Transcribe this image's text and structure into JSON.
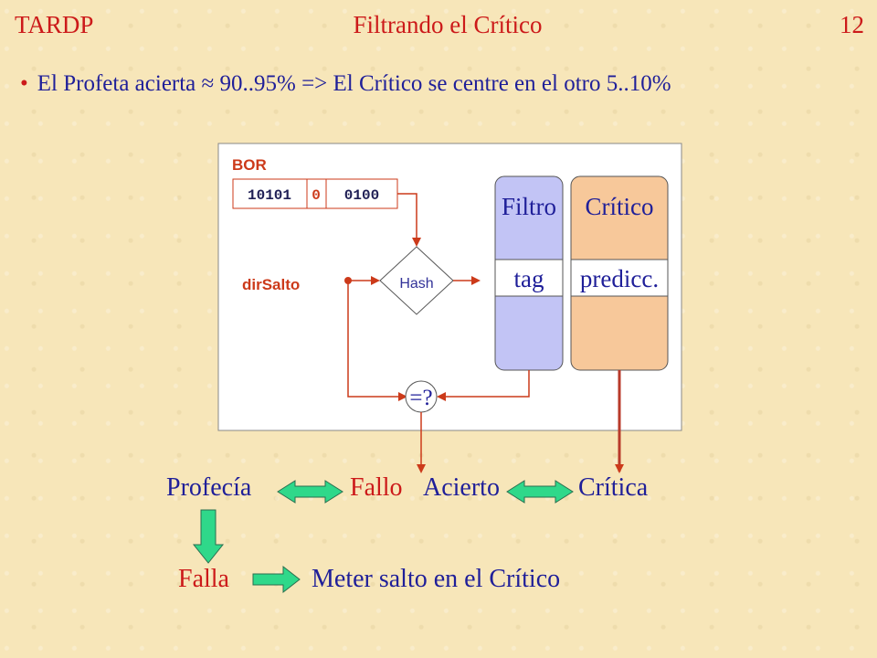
{
  "header": {
    "left": "TARDP",
    "center": "Filtrando el Crítico",
    "page": "12"
  },
  "bullet": {
    "text": "El Profeta acierta ≈ 90..95% => El Crítico se centre en el otro 5..10%"
  },
  "diagram": {
    "bor_label": "BOR",
    "bor_bits": [
      "10101",
      "0",
      "0100"
    ],
    "dirsalto_label": "dirSalto",
    "hash_label": "Hash",
    "filtro_title": "Filtro",
    "filtro_field": "tag",
    "critico_title": "Crítico",
    "critico_field": "predicc.",
    "compare_label": "=?"
  },
  "outcomes": {
    "profecia": "Profecía",
    "fallo": "Fallo",
    "acierto": "Acierto",
    "critica": "Crítica",
    "falla": "Falla",
    "meter": "Meter salto en el Crítico"
  },
  "colors": {
    "title_red": "#cc1a1a",
    "text_blue": "#1f1f99",
    "filtro_fill": "#c2c4f5",
    "critico_fill": "#f7c89a",
    "arrow_green": "#2fd88a",
    "line_red": "#cc3a1a"
  }
}
